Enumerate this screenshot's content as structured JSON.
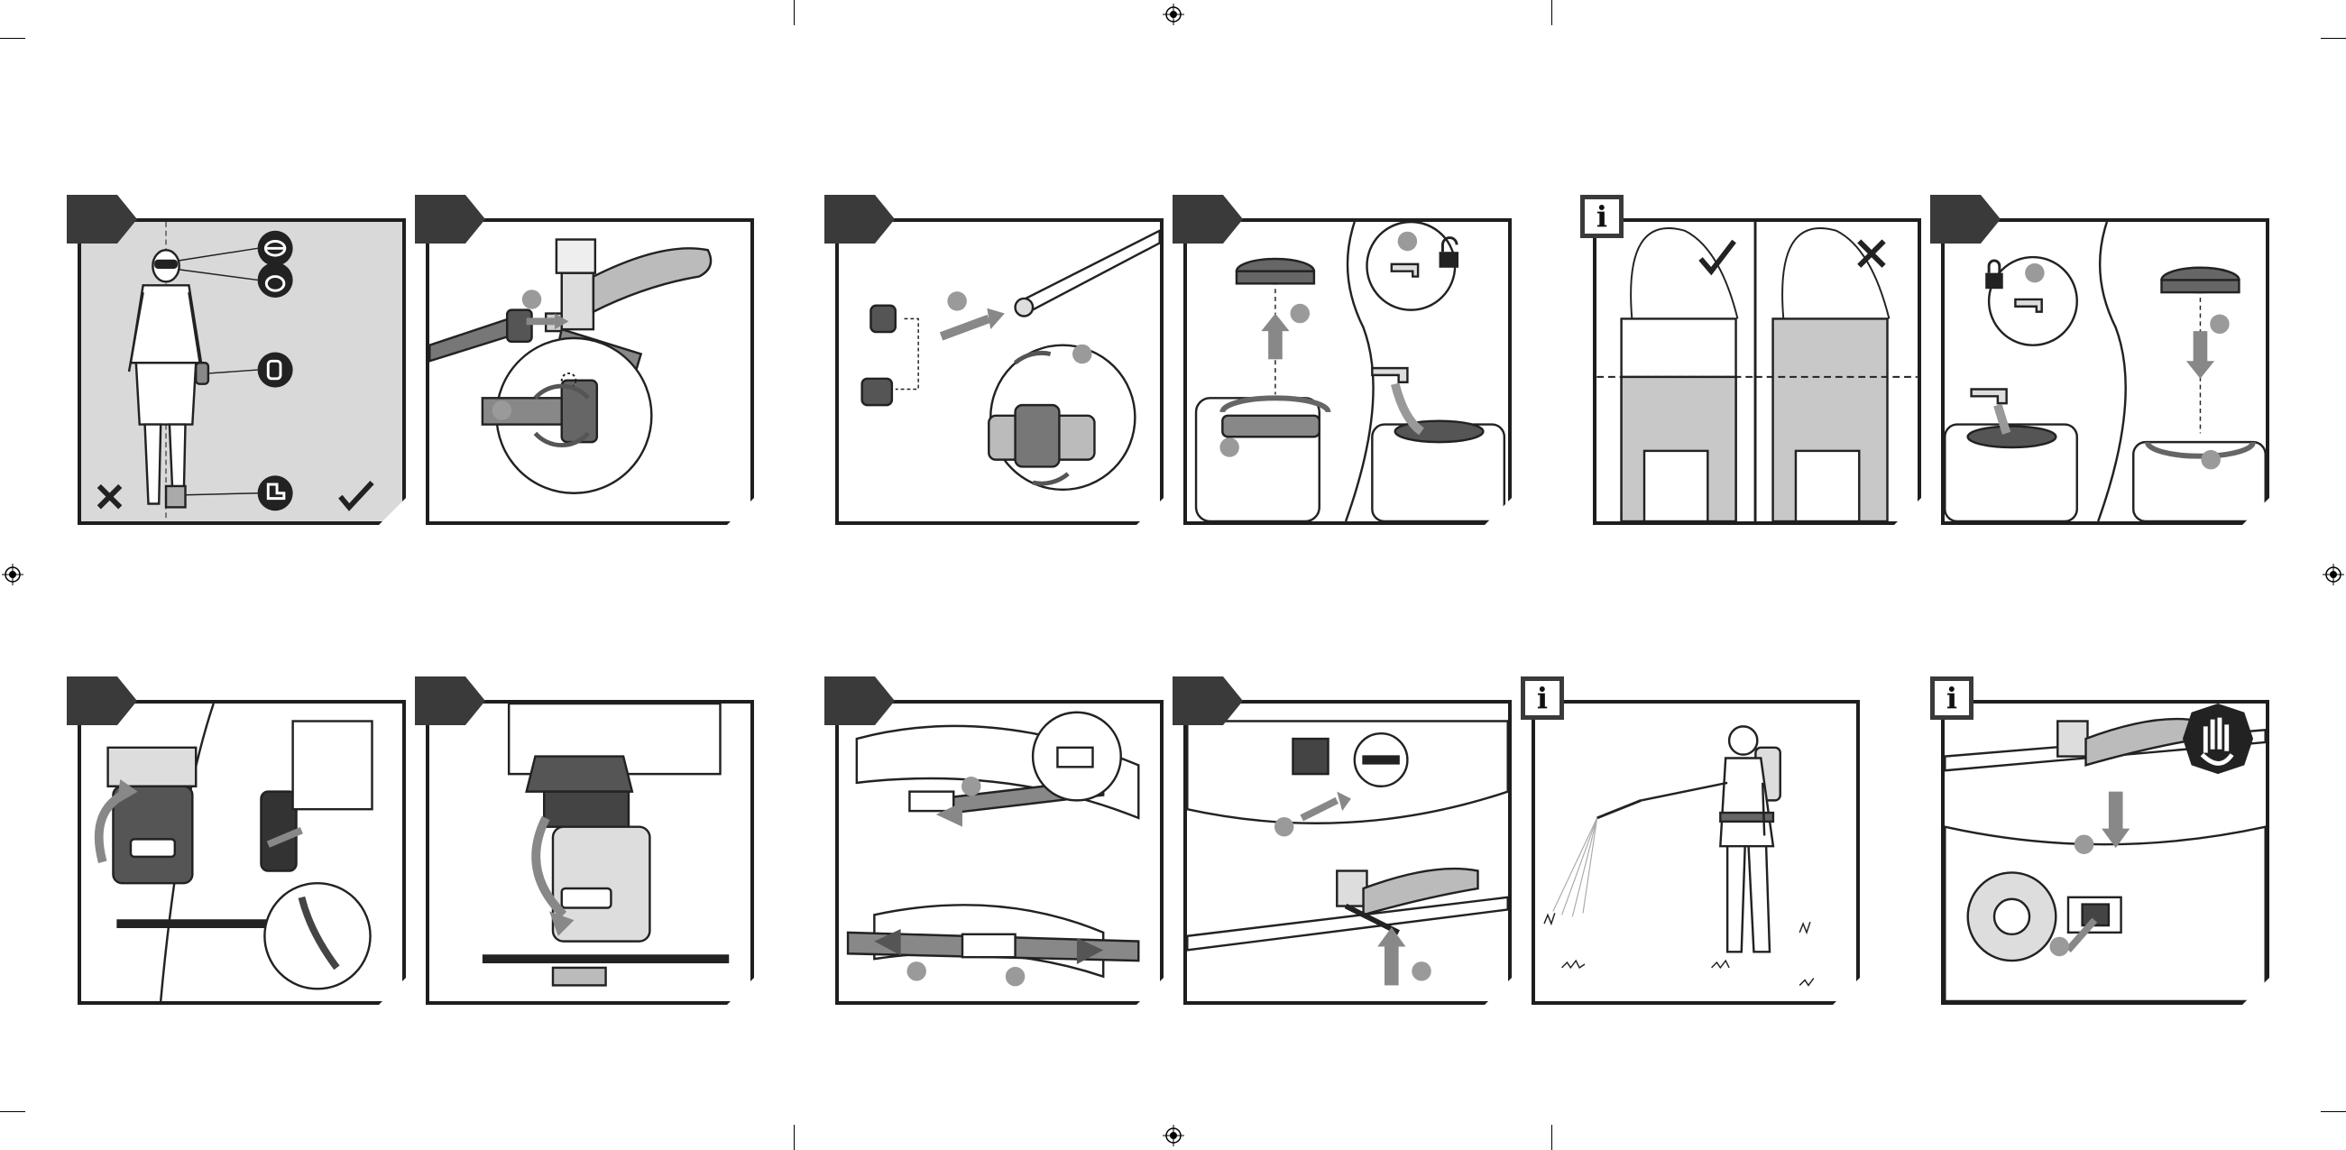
{
  "info_glyph": "i",
  "colors": {
    "frame": "#1e1e1e",
    "step_tab": "#3a3a3a",
    "shaded_background": "#d9d9d9",
    "tank_fill": "#c8c8c8",
    "callout_dot": "#9a9a9a"
  },
  "panels": [
    {
      "id": "p1",
      "scene": "ppe-safety-glasses-mask-gloves-boots"
    },
    {
      "id": "p2",
      "scene": "connect-hose-to-pump"
    },
    {
      "id": "p3",
      "scene": "attach-nozzle-to-lance"
    },
    {
      "id": "p4",
      "scene": "remove-tank-cap-and-fill"
    },
    {
      "id": "p5",
      "scene": "fill-level-correct-incorrect"
    },
    {
      "id": "p6",
      "scene": "refit-tank-cap"
    },
    {
      "id": "p7",
      "scene": "insert-battery"
    },
    {
      "id": "p8",
      "scene": "close-battery-cover"
    },
    {
      "id": "p9",
      "scene": "adjust-waist-belt"
    },
    {
      "id": "p10",
      "scene": "switch-on-and-trigger"
    },
    {
      "id": "p11",
      "scene": "spraying-operation"
    },
    {
      "id": "p12",
      "scene": "stop-and-remove-battery"
    }
  ]
}
